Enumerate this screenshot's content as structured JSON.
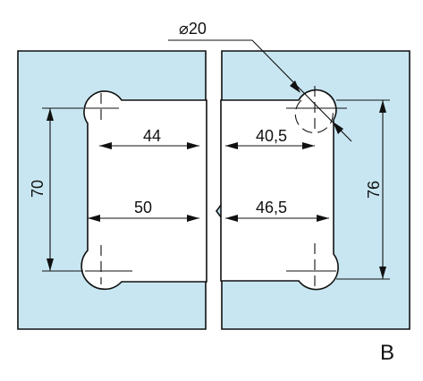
{
  "diameter": {
    "symbol": "⌀",
    "value": "20"
  },
  "dimensions": {
    "left_top_width": "44",
    "right_top_width": "40,5",
    "left_mid_width": "50",
    "right_mid_width": "46,5",
    "left_height": "70",
    "right_height": "76"
  },
  "view_label": "B"
}
